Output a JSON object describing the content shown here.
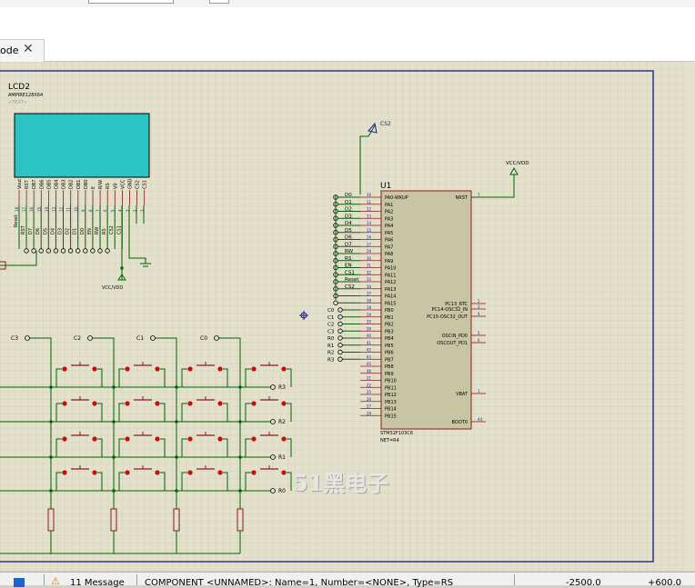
{
  "window": {
    "tab_label": "ode",
    "tab_close": "✕"
  },
  "schematic": {
    "lcd": {
      "ref": "LCD2",
      "part": "AMPIRE128X64",
      "text": "<TEXT>",
      "top_pins": [
        "Vout",
        "RST",
        "DB7",
        "DB6",
        "DB5",
        "DB4",
        "DB3",
        "DB2",
        "DB1",
        "DB0",
        "E",
        "R/W",
        "RS",
        "V0",
        "VCC",
        "GND",
        "CS2",
        "CS1"
      ],
      "pin_numbers": [
        "18",
        "17",
        "16",
        "15",
        "14",
        "13",
        "12",
        "11",
        "10",
        "9",
        "8",
        "7",
        "6",
        "5",
        "4",
        "3",
        "2",
        "1"
      ],
      "lower_labels": [
        "RST",
        "D7",
        "D6",
        "D5",
        "D4",
        "D3",
        "D2",
        "D1",
        "D0",
        "EN",
        "RW",
        "RS",
        "CS2",
        "CS1"
      ],
      "left_label": "Reset",
      "vcc": "VCC/VDD"
    },
    "mcu": {
      "ref": "U1",
      "part": "STM32F103C6",
      "net": "NET=R4",
      "left_pins": [
        "PA0-WKUP",
        "PA1",
        "PA2",
        "PA3",
        "PA4",
        "PA5",
        "PA6",
        "PA7",
        "PA8",
        "PA9",
        "PA10",
        "PA11",
        "PA12",
        "PA13",
        "PA14",
        "PA15",
        "PB0",
        "PB1",
        "PB2",
        "PB3",
        "PB4",
        "PB5",
        "PB6",
        "PB7",
        "PB8",
        "PB9",
        "PB10",
        "PB11",
        "PB12",
        "PB13",
        "PB14",
        "PB15"
      ],
      "left_nums": [
        "10",
        "11",
        "12",
        "13",
        "14",
        "15",
        "16",
        "17",
        "29",
        "30",
        "31",
        "32",
        "33",
        "34",
        "37",
        "38",
        "18",
        "19",
        "20",
        "39",
        "40",
        "41",
        "42",
        "43",
        "45",
        "46",
        "21",
        "22",
        "25",
        "26",
        "27",
        "28"
      ],
      "net_labels": [
        "D0",
        "D1",
        "D2",
        "D3",
        "D4",
        "D5",
        "D6",
        "D7",
        "RW",
        "RS",
        "EN",
        "CS1",
        "Reset",
        "CS2"
      ],
      "portb_labels": [
        "C0",
        "C1",
        "C2",
        "C3",
        "R0",
        "R1",
        "R2",
        "R3"
      ],
      "right_pins": [
        {
          "name": "NRST",
          "num": "7"
        },
        {
          "name": "PC13_RTC",
          "num": "2"
        },
        {
          "name": "PC14-OSC32_IN",
          "num": "3"
        },
        {
          "name": "PC15-OSC32_OUT",
          "num": "4"
        },
        {
          "name": "OSCIN_PD0",
          "num": "5"
        },
        {
          "name": "OSCOUT_PD1",
          "num": "6"
        },
        {
          "name": "VBAT",
          "num": "1"
        },
        {
          "name": "BOOT0",
          "num": "44"
        }
      ],
      "cs2_flag": "CS2",
      "vcc": "VCC/VDD"
    },
    "keypad": {
      "columns": [
        "C3",
        "C2",
        "C1",
        "C0"
      ],
      "rows": [
        "R3",
        "R2",
        "R1",
        "R0"
      ]
    },
    "watermark": "51黑电子"
  },
  "statusbar": {
    "messages": "11 Message",
    "component": "COMPONENT <UNNAMED>: Name=1, Number=<NONE>, Type=RS",
    "x": "-2500.0",
    "y": "+600.0"
  },
  "colors": {
    "canvas_bg": "#e3e1cc",
    "grid": "#c6c4ad",
    "wire": "#006400",
    "border": "#1a1a8a",
    "chip_fill": "#c8c5a5",
    "chip_stroke": "#8b1a1a",
    "lcd_screen": "#2bc3c3",
    "label_blue": "#1a1a8a"
  }
}
